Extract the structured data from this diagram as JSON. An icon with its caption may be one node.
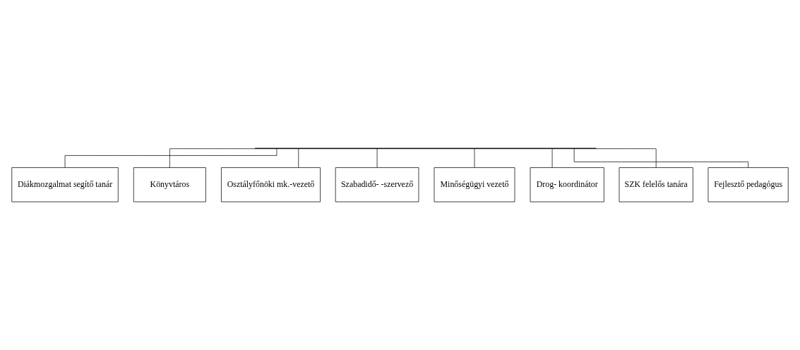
{
  "diagram": {
    "nodes": [
      {
        "text": [],
        "shape": "bar"
      },
      {
        "text": [
          "Diákmozgalmat segítő tanár"
        ]
      },
      {
        "text": [
          "Könyvtáros"
        ]
      },
      {
        "text": [
          "Osztályfőnöki mk.-vezető"
        ]
      },
      {
        "text": [
          "Szabadidő- -szervező"
        ]
      },
      {
        "text": [
          "Minőségügyi vezető"
        ]
      },
      {
        "text": [
          "Drog- koordinátor"
        ]
      },
      {
        "text": [
          "SZK felelős tanára"
        ]
      },
      {
        "text": [
          "Fejlesztő pedagógus"
        ]
      }
    ],
    "edges": [
      {
        "from": 0,
        "to": 1,
        "arrow": "none"
      },
      {
        "from": 0,
        "to": 2,
        "arrow": "none"
      },
      {
        "from": 0,
        "to": 3,
        "arrow": "none"
      },
      {
        "from": 0,
        "to": 7,
        "arrow": "none"
      },
      {
        "from": 0,
        "to": 8,
        "arrow": "none"
      },
      {
        "from": 0,
        "to": 4,
        "arrow": "none"
      },
      {
        "from": 0,
        "to": 6,
        "arrow": "none"
      },
      {
        "from": 0,
        "to": 5,
        "arrow": "none"
      }
    ]
  }
}
